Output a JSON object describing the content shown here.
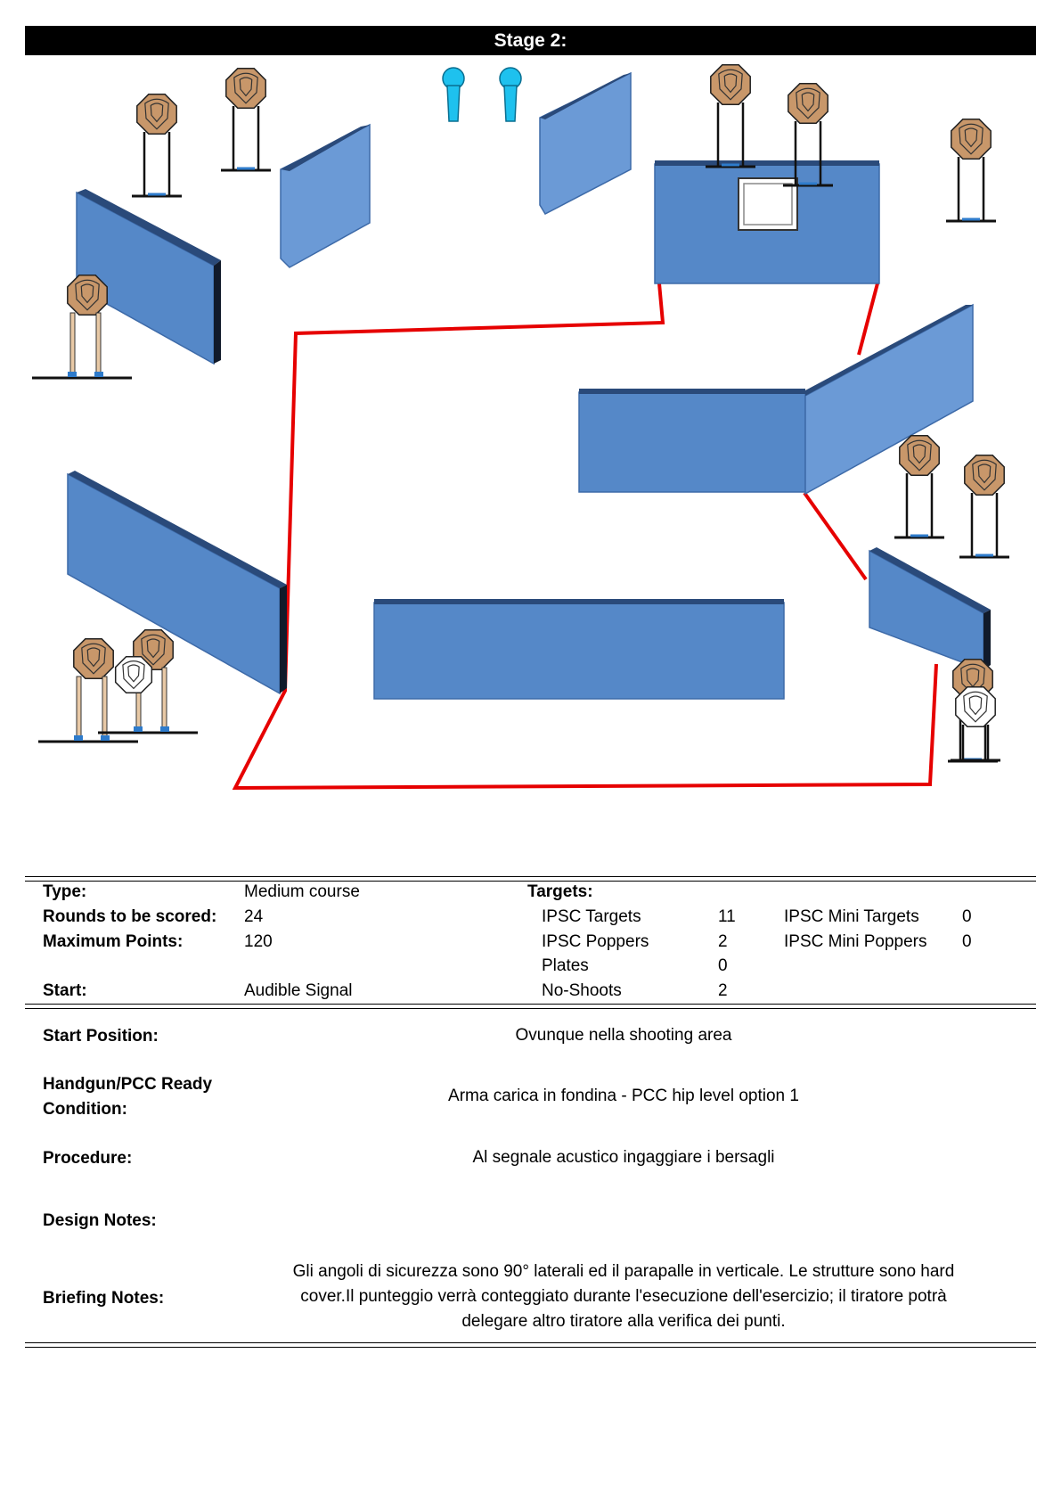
{
  "header": {
    "title": "Stage 2:"
  },
  "diagram": {
    "colors": {
      "wall_front": "#5588c8",
      "wall_side": "#6b9ad6",
      "wall_top": "#2a4a7a",
      "fault_line": "#e60000",
      "target_fill": "#c8976a",
      "target_stroke": "#5a3e26",
      "noshoot_fill": "#ffffff",
      "popper_fill": "#1ec1ee",
      "stand_blue": "#2e7bcb"
    }
  },
  "info": {
    "type_label": "Type:",
    "type_value": "Medium course",
    "rounds_label": "Rounds to be scored:",
    "rounds_value": "24",
    "points_label": "Maximum Points:",
    "points_value": "120",
    "start_label": "Start:",
    "start_value": "Audible Signal",
    "targets_label": "Targets:",
    "targets": [
      {
        "label": "IPSC Targets",
        "value": "11"
      },
      {
        "label": "IPSC Poppers",
        "value": "2"
      },
      {
        "label": "Plates",
        "value": "0"
      },
      {
        "label": "No-Shoots",
        "value": "2"
      }
    ],
    "mini_targets": [
      {
        "label": "IPSC Mini Targets",
        "value": "0"
      },
      {
        "label": "IPSC Mini Poppers",
        "value": "0"
      }
    ]
  },
  "details": {
    "start_position_label": "Start Position:",
    "start_position_value": "Ovunque nella shooting area",
    "ready_label_1": "Handgun/PCC Ready",
    "ready_label_2": "Condition:",
    "ready_value": "Arma carica in fondina - PCC hip level option 1",
    "procedure_label": "Procedure:",
    "procedure_value": "Al segnale acustico ingaggiare i bersagli",
    "design_notes_label": "Design Notes:",
    "design_notes_value": "",
    "briefing_label": "Briefing Notes:",
    "briefing_lines": [
      "Gli angoli di sicurezza sono 90° laterali ed il parapalle in verticale. Le strutture sono hard",
      "cover.Il punteggio verrà conteggiato durante l'esecuzione dell'esercizio; il tiratore potrà",
      "delegare altro tiratore alla verifica  dei punti."
    ]
  }
}
